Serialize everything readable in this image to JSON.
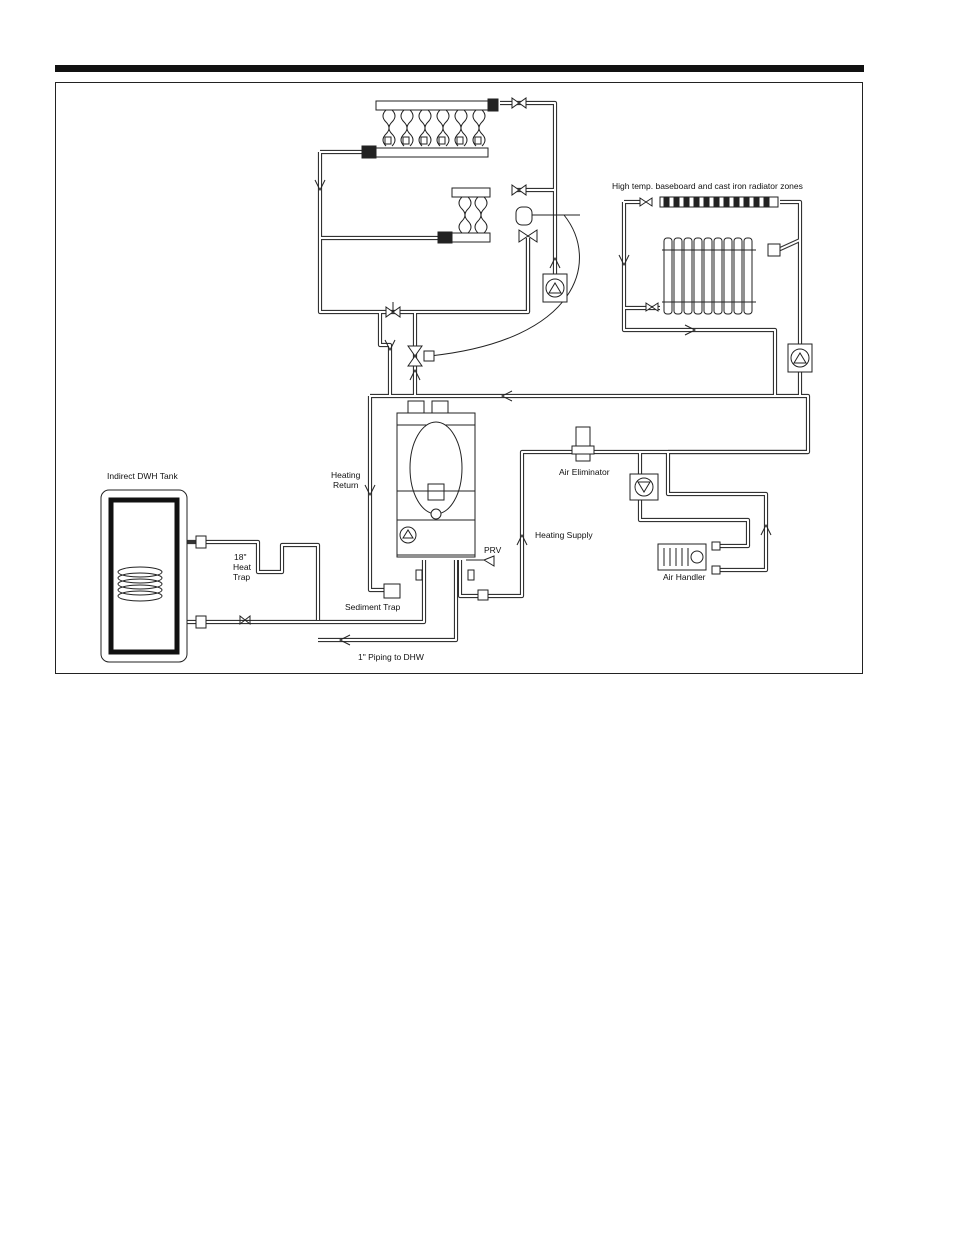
{
  "labels": {
    "radiator_zones": "High temp. baseboard and cast iron radiator zones",
    "dwh_tank": "Indirect DWH Tank",
    "heat_trap_1": "18\"",
    "heat_trap_2": "Heat",
    "heat_trap_3": "Trap",
    "heating_return_1": "Heating",
    "heating_return_2": "Return",
    "sediment_trap": "Sediment Trap",
    "piping_dhw": "1\" Piping to DHW",
    "air_eliminator": "Air Eliminator",
    "heating_supply": "Heating Supply",
    "prv": "PRV",
    "air_handler": "Air Handler"
  },
  "colors": {
    "line": "#222222",
    "pipe": "#333333",
    "background": "#ffffff"
  }
}
